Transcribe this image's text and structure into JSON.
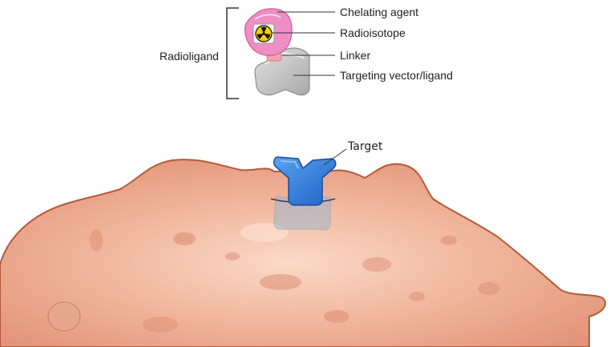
{
  "labels": {
    "chelating_agent": "Chelating agent",
    "radioisotope": "Radioisotope",
    "linker": "Linker",
    "targeting_vector": "Targeting vector/ligand",
    "radioligand": "Radioligand",
    "target": "Target"
  },
  "icons": {
    "radioisotope": "radiation-trefoil-icon"
  },
  "colors": {
    "chelator": "#ef8ec4",
    "chelator_inner": "#f7c9e2",
    "radioisotope": "#f4d000",
    "linker": "#f3a3aa",
    "vector": "#bdbdbd",
    "target": "#2f7fe0",
    "cell": "#e9a48a",
    "cell_edge": "#b55a3a"
  }
}
